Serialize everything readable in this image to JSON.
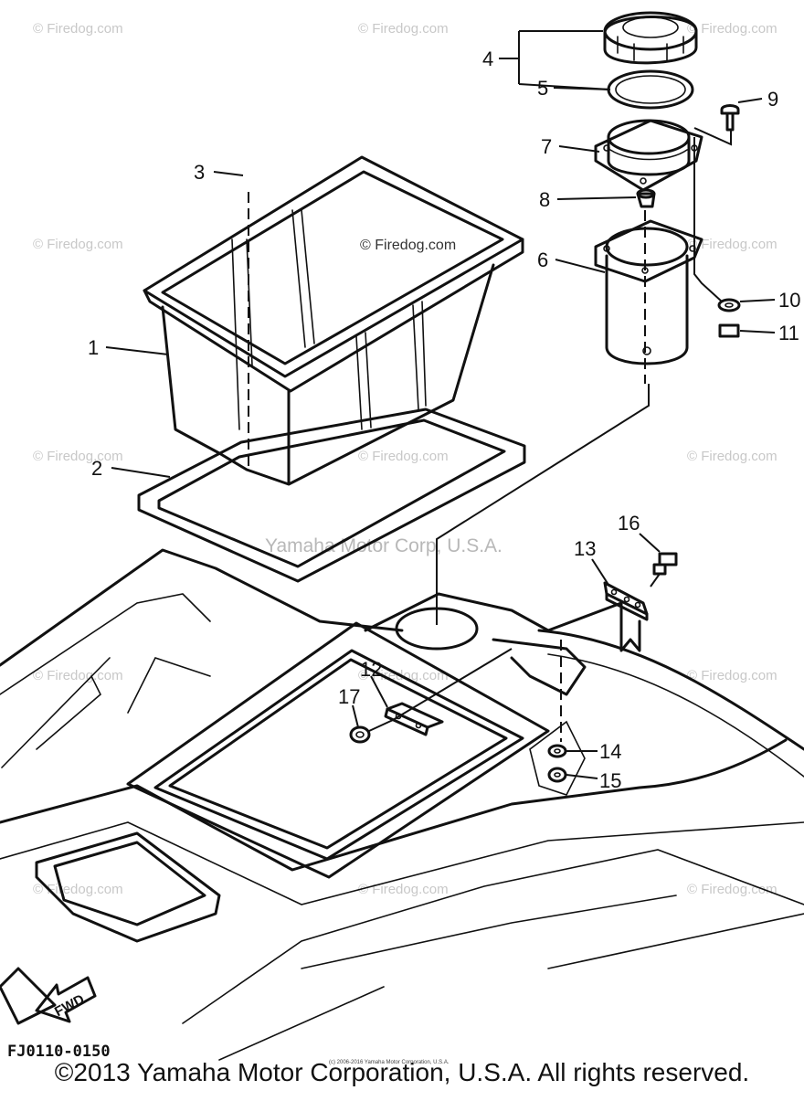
{
  "watermarks": {
    "firedog": "© Firedog.com",
    "center": "© Firedog.com",
    "yamaha": "Yamaha Motor Corp, U.S.A."
  },
  "callouts": {
    "c1": "1",
    "c2": "2",
    "c3": "3",
    "c4": "4",
    "c5": "5",
    "c6": "6",
    "c7": "7",
    "c8": "8",
    "c9": "9",
    "c10": "10",
    "c11": "11",
    "c12": "12",
    "c13": "13",
    "c14": "14",
    "c15": "15",
    "c16": "16",
    "c17": "17"
  },
  "fwd_label": "FWD",
  "figure_code": "FJ0110-0150",
  "tiny_note": "(c) 2006-2016 Yamaha Motor Corporation, U.S.A.",
  "copyright": "©2013 Yamaha Motor Corporation, U.S.A. All rights reserved."
}
